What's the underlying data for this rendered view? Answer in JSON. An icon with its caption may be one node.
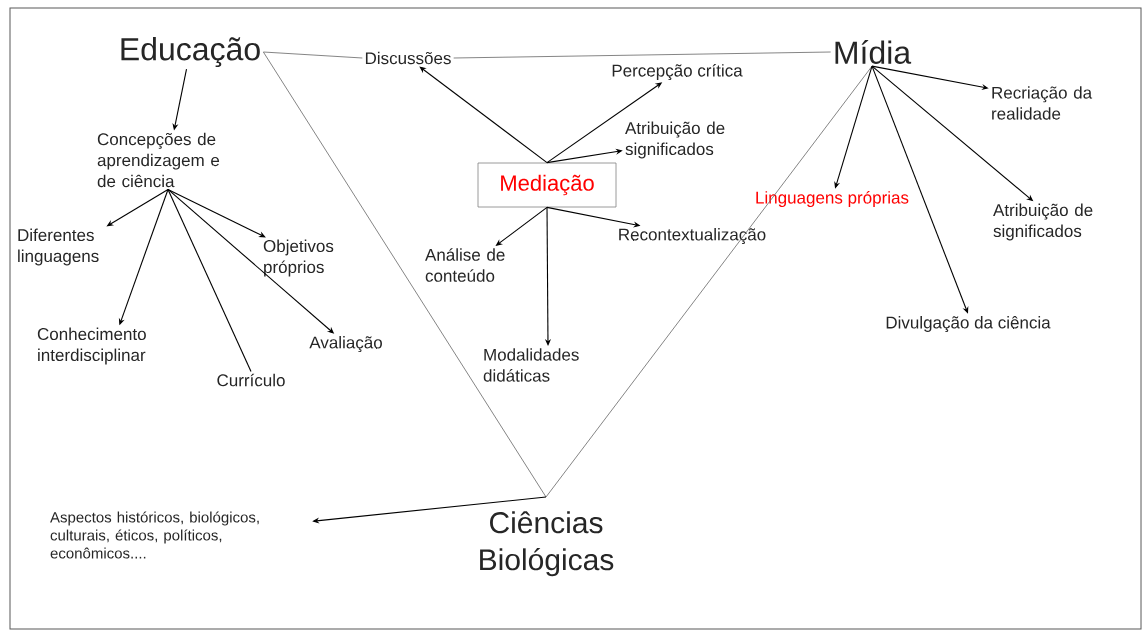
{
  "diagram": {
    "nodes": [
      {
        "text": [
          "Educação"
        ]
      },
      {
        "text": [
          "Mídia"
        ]
      },
      {
        "text": [
          "Ciências Biológicas"
        ]
      },
      {
        "text": [
          "Discussões"
        ]
      },
      {
        "text": [
          "Mediação"
        ]
      },
      {
        "text": [
          "Concepções de aprendizagem e de ciência"
        ]
      },
      {
        "text": [
          "Diferentes linguagens"
        ]
      },
      {
        "text": [
          "Objetivos próprios"
        ]
      },
      {
        "text": [
          "Conhecimento interdisciplinar"
        ]
      },
      {
        "text": [
          "Avaliação"
        ]
      },
      {
        "text": [
          "Currículo"
        ]
      },
      {
        "text": [
          "Percepção crítica"
        ]
      },
      {
        "text": [
          "Atribuição de significados"
        ]
      },
      {
        "text": [
          "Análise de conteúdo"
        ]
      },
      {
        "text": [
          "Recontextualização"
        ]
      },
      {
        "text": [
          "Modalidades didáticas"
        ]
      },
      {
        "text": [
          "Linguagens próprias"
        ]
      },
      {
        "text": [
          "Recriação da realidade"
        ]
      },
      {
        "text": [
          "Atribuição de significados"
        ]
      },
      {
        "text": [
          "Divulgação da ciência"
        ]
      },
      {
        "text": [
          "Aspectos históricos, biológicos, culturais, éticos, políticos, econômicos...."
        ]
      }
    ],
    "edges": [
      {
        "from": 0,
        "to": 3,
        "arrow": "none",
        "color": "#666666"
      },
      {
        "from": 3,
        "to": 1,
        "arrow": "none",
        "color": "#666666"
      },
      {
        "from": 0,
        "to": 2,
        "arrow": "none",
        "color": "#666666"
      },
      {
        "from": 1,
        "to": 2,
        "arrow": "none",
        "color": "#666666"
      },
      {
        "from": 0,
        "to": 5,
        "arrow": "to"
      },
      {
        "from": 5,
        "to": 6,
        "arrow": "to"
      },
      {
        "from": 5,
        "to": 7,
        "arrow": "to"
      },
      {
        "from": 5,
        "to": 8,
        "arrow": "to"
      },
      {
        "from": 5,
        "to": 9,
        "arrow": "to"
      },
      {
        "from": 5,
        "to": 10,
        "arrow": "none"
      },
      {
        "from": 4,
        "to": 3,
        "arrow": "to"
      },
      {
        "from": 4,
        "to": 11,
        "arrow": "to"
      },
      {
        "from": 4,
        "to": 12,
        "arrow": "to"
      },
      {
        "from": 4,
        "to": 13,
        "arrow": "to"
      },
      {
        "from": 4,
        "to": 14,
        "arrow": "to"
      },
      {
        "from": 4,
        "to": 15,
        "arrow": "to"
      },
      {
        "from": 1,
        "to": 16,
        "arrow": "to"
      },
      {
        "from": 1,
        "to": 17,
        "arrow": "to"
      },
      {
        "from": 1,
        "to": 18,
        "arrow": "to"
      },
      {
        "from": 1,
        "to": 19,
        "arrow": "to"
      },
      {
        "from": 2,
        "to": 20,
        "arrow": "to"
      }
    ]
  }
}
